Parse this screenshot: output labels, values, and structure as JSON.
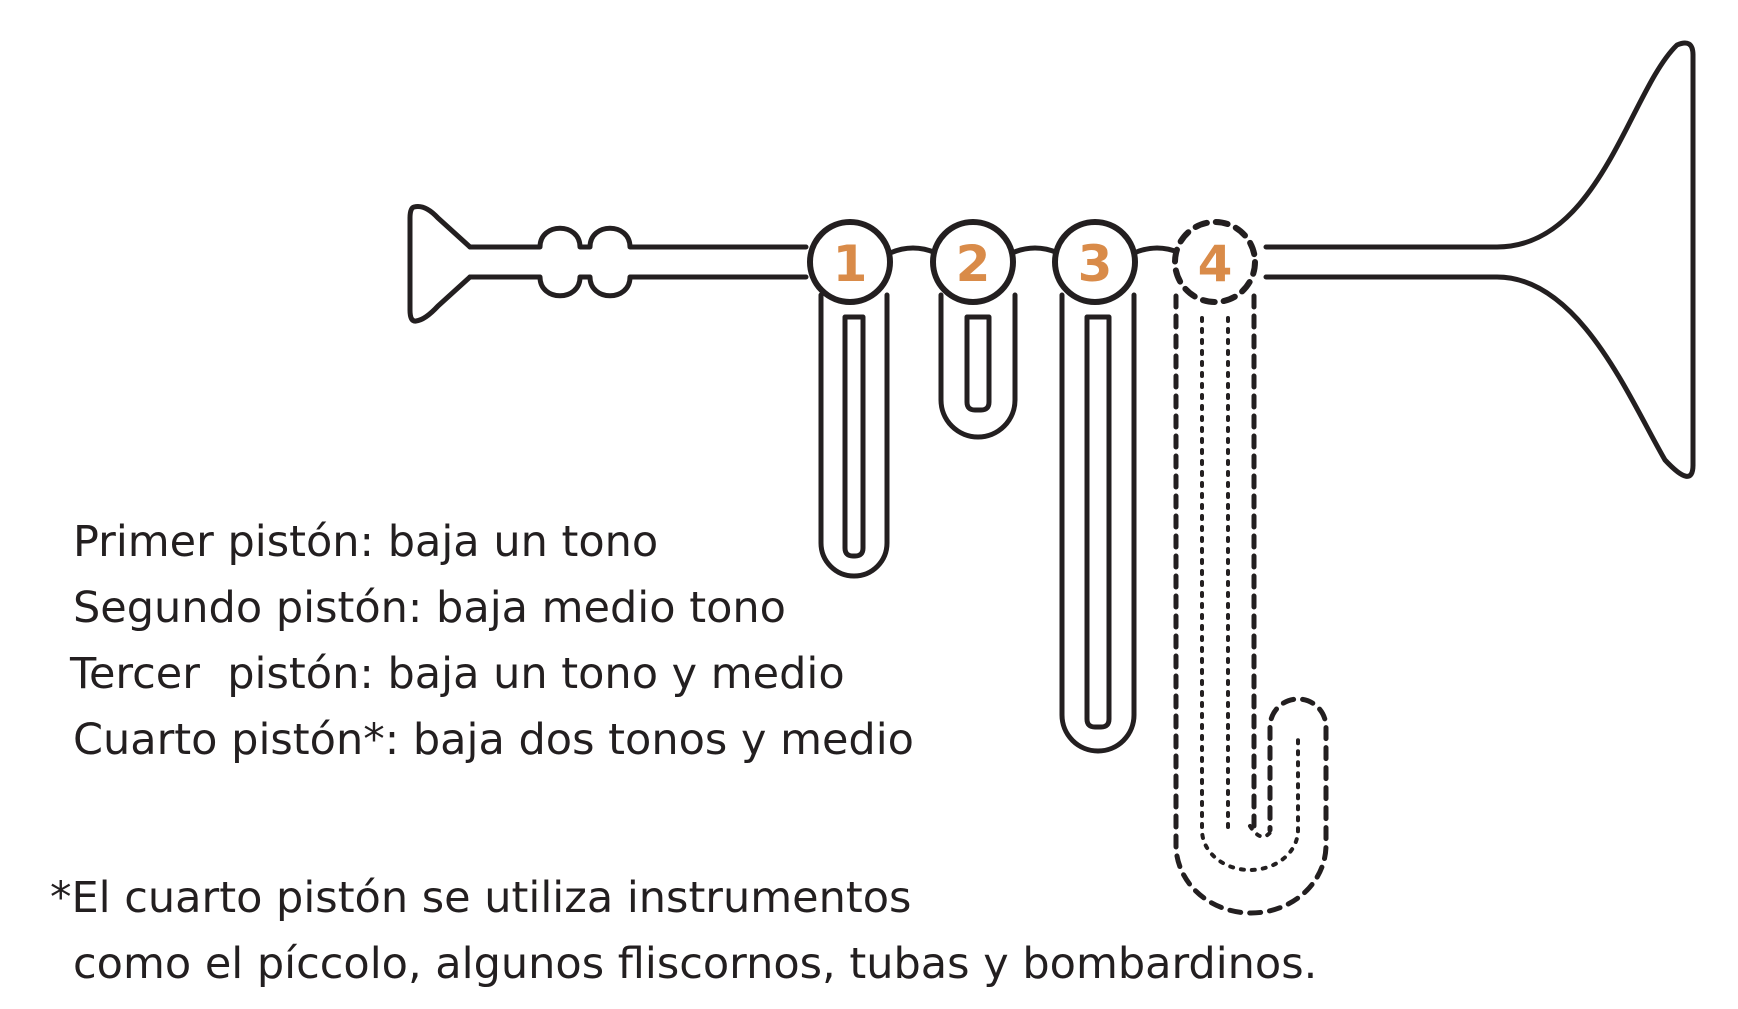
{
  "diagram": {
    "valves": [
      {
        "number": "1",
        "style": "solid"
      },
      {
        "number": "2",
        "style": "solid"
      },
      {
        "number": "3",
        "style": "solid"
      },
      {
        "number": "4",
        "style": "dashed"
      }
    ],
    "colors": {
      "valve_number": "#d98b49",
      "outline": "#231f20",
      "background": "#ffffff"
    }
  },
  "legend": {
    "first": "Primer pistón: baja un tono",
    "second": "Segundo pistón: baja medio tono",
    "third": "Tercer  pistón: baja un tono y medio",
    "fourth": "Cuarto pistón*: baja dos tonos y medio"
  },
  "footnote": {
    "line1": "*El cuarto pistón se utiliza instrumentos",
    "line2": "como el píccolo, algunos fliscornos, tubas y bombardinos."
  }
}
